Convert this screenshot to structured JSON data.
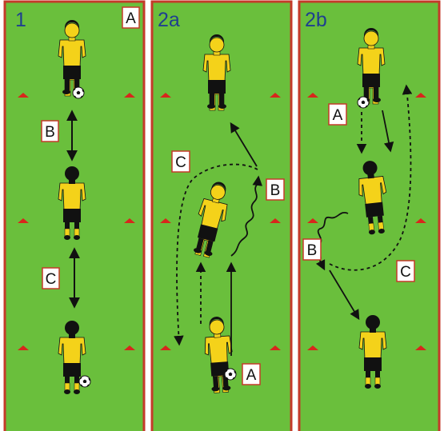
{
  "diagram": {
    "colors": {
      "field": "#6abf3c",
      "border": "#c43a2a",
      "label": "#1f3f8f",
      "shirt": "#f4d21a",
      "shorts": "#111111",
      "cone": "#d8261c",
      "arrow": "#111111"
    },
    "panels": [
      {
        "id": "1",
        "label": "1",
        "boxes": [
          {
            "key": "A",
            "text": "A"
          },
          {
            "key": "B",
            "text": "B"
          },
          {
            "key": "C",
            "text": "C"
          }
        ]
      },
      {
        "id": "2a",
        "label": "2a",
        "boxes": [
          {
            "key": "C",
            "text": "C"
          },
          {
            "key": "B",
            "text": "B"
          },
          {
            "key": "A",
            "text": "A"
          }
        ]
      },
      {
        "id": "2b",
        "label": "2b",
        "boxes": [
          {
            "key": "A",
            "text": "A"
          },
          {
            "key": "B",
            "text": "B"
          },
          {
            "key": "C",
            "text": "C"
          }
        ]
      }
    ],
    "icons": {
      "player": "player-icon",
      "ball": "soccer-ball-icon",
      "cone": "cone-marker-icon"
    }
  }
}
